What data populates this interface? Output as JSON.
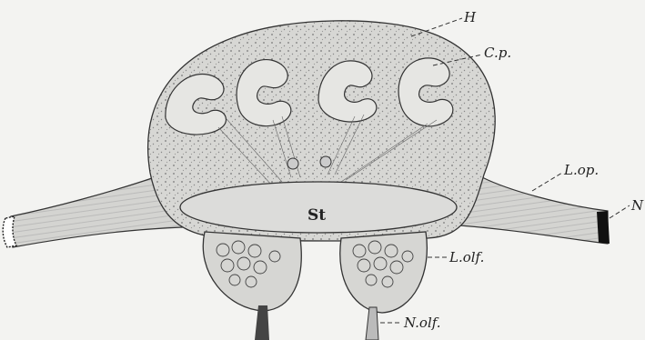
{
  "labels": {
    "H": "H",
    "Cp": "C.p.",
    "Lop": "L.op.",
    "N": "N",
    "St": "St",
    "Lolf": "L.olf.",
    "Nolf": "N.olf."
  },
  "colors": {
    "tissue": "#d9d9d7",
    "tissue_dark": "#c6c6c3",
    "outline": "#333333",
    "background": "#f3f3f1",
    "lobe_fill": "#e4e4e1"
  }
}
